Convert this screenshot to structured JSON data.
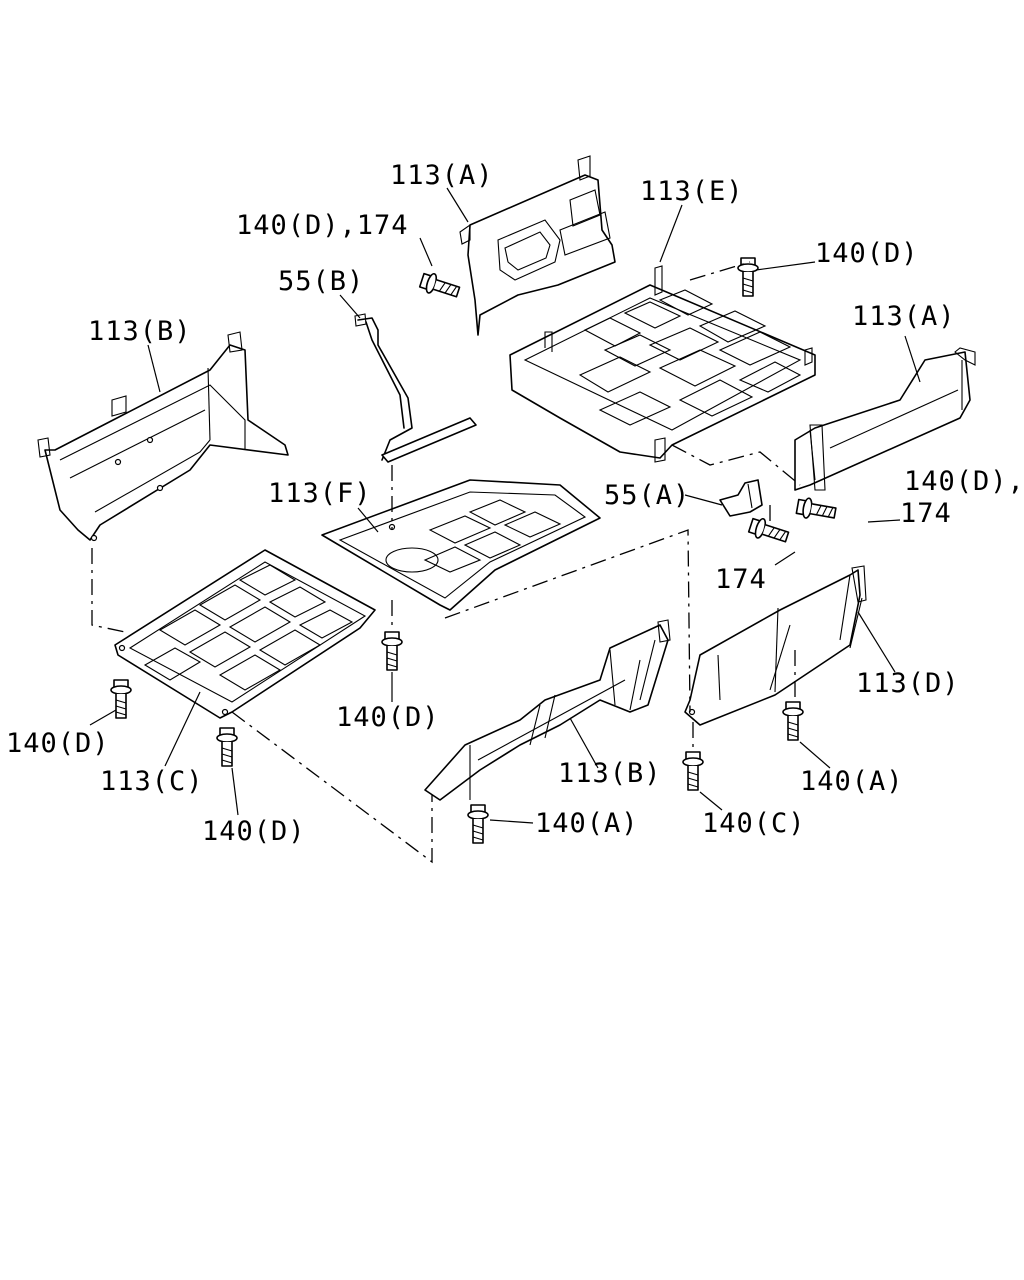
{
  "labels": {
    "a_top": "113(A)",
    "e": "113(E)",
    "bolt_d_174": "140(D),174",
    "bolt_d_right": "140(D)",
    "b55": "55(B)",
    "a_right": "113(A)",
    "b_left": "113(B)",
    "f": "113(F)",
    "a55": "55(A)",
    "bolt_d_comma": "140(D),",
    "n174_right": "174",
    "n174_mid": "174",
    "d": "113(D)",
    "bolt_d_center": "140(D)",
    "bolt_d_left": "140(D)",
    "c": "113(C)",
    "bolt_a_right": "140(A)",
    "b_bottom": "113(B)",
    "bolt_d_bottom": "140(D)",
    "bolt_a_bottom": "140(A)",
    "bolt_c": "140(C)"
  }
}
